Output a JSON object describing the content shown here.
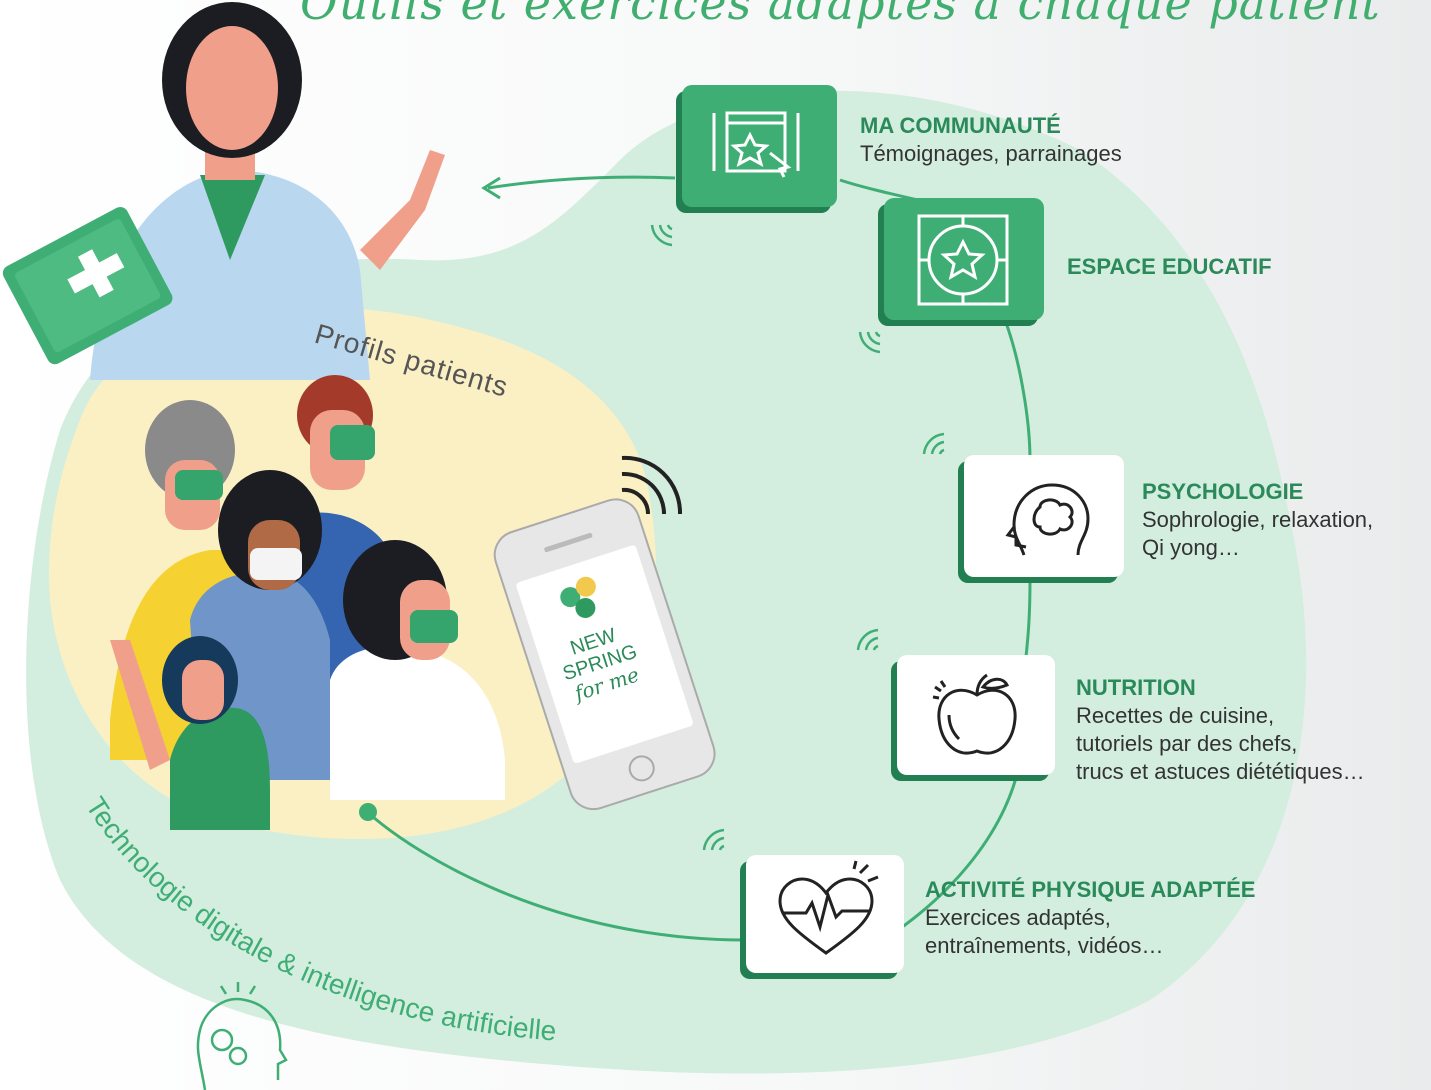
{
  "title": "Outils et exercices adaptés à chaque patient",
  "profiles_label": "Profils patients",
  "tech_label": "Technologie digitale & intelligence artificielle",
  "phone": {
    "brand_line1": "NEW",
    "brand_line2": "SPRING",
    "brand_line3": "for me"
  },
  "nodes": [
    {
      "id": "communaute",
      "title": "MA COMMUNAUTÉ",
      "desc": "Témoignages, parrainages",
      "icon": "web-star-icon"
    },
    {
      "id": "educatif",
      "title": "ESPACE EDUCATIF",
      "desc": "",
      "icon": "target-star-icon"
    },
    {
      "id": "psychologie",
      "title": "PSYCHOLOGIE",
      "desc": "Sophrologie, relaxation,\nQi yong…",
      "icon": "brain-head-icon"
    },
    {
      "id": "nutrition",
      "title": "NUTRITION",
      "desc": "Recettes de cuisine,\ntutoriels par des chefs,\ntrucs et astuces diététiques…",
      "icon": "apple-icon"
    },
    {
      "id": "activite",
      "title": "ACTIVITÉ PHYSIQUE ADAPTÉE",
      "desc": "Exercices adaptés,\nentraînements, vidéos…",
      "icon": "heart-pulse-icon"
    }
  ],
  "colors": {
    "accent": "#3fae75",
    "accent_dark": "#217f52",
    "mint": "#d3eddf",
    "cream": "#fbf0c4"
  }
}
